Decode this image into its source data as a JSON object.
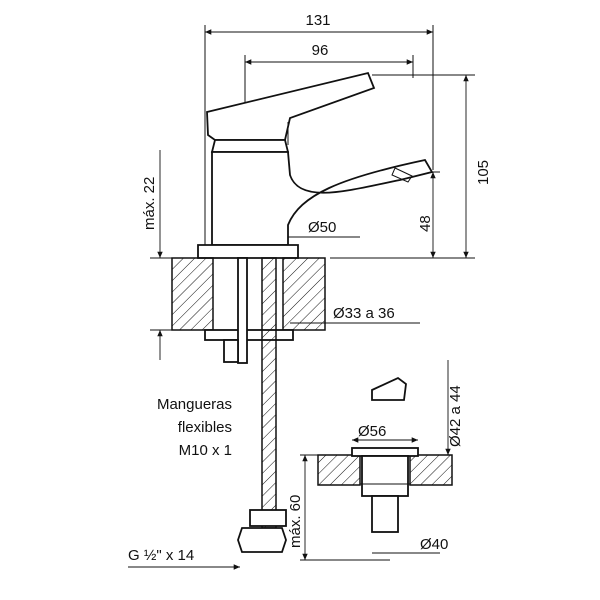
{
  "dimensions": {
    "total_length": "131",
    "spout_reach": "96",
    "max_deck_thickness": "máx. 22",
    "total_height": "105",
    "spout_height": "48",
    "base_diameter": "Ø50",
    "hole_diameter": "Ø33 a 36",
    "drain_hole_diameter": "Ø42 a 44",
    "drain_flange_diameter": "Ø56",
    "drain_max_depth": "máx. 60",
    "drain_tail_diameter": "Ø40"
  },
  "hoses": {
    "line1": "Mangueras",
    "line2": "flexibles",
    "line3": "M10 x 1",
    "thread": "G ½\" x 14"
  }
}
